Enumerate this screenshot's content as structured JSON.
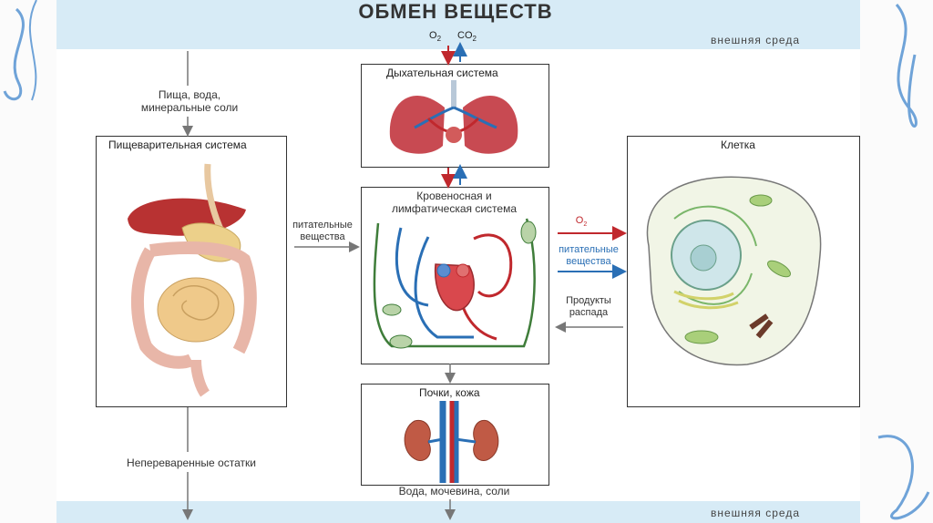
{
  "title": "ОБМЕН ВЕЩЕСТВ",
  "environment": {
    "top_label": "внешняя среда",
    "bottom_label": "внешняя среда"
  },
  "gases": {
    "o2": "O",
    "o2_sub": "2",
    "co2": "CO",
    "co2_sub": "2"
  },
  "systems": {
    "respiratory": "Дыхательная система",
    "digestive": "Пищеварительная система",
    "circulatory_line1": "Кровеносная и",
    "circulatory_line2": "лимфатическая система",
    "excretory": "Почки, кожа",
    "cell": "Клетка"
  },
  "flows": {
    "food_line1": "Пища, вода,",
    "food_line2": "минеральные соли",
    "nutrients_line1": "питательные",
    "nutrients_line2": "вещества",
    "cell_o2": "O",
    "cell_o2_sub": "2",
    "cell_nutrients_line1": "питательные",
    "cell_nutrients_line2": "вещества",
    "decay_line1": "Продукты",
    "decay_line2": "распада",
    "undigested": "Непереваренные остатки",
    "excreted": "Вода, мочевина, соли"
  },
  "colors": {
    "header_band": "#d7ebf6",
    "oxygen_arrow": "#c0282d",
    "co2_arrow": "#2a6fb5",
    "nutrients_to_cell": "#2a6fb5"
  }
}
